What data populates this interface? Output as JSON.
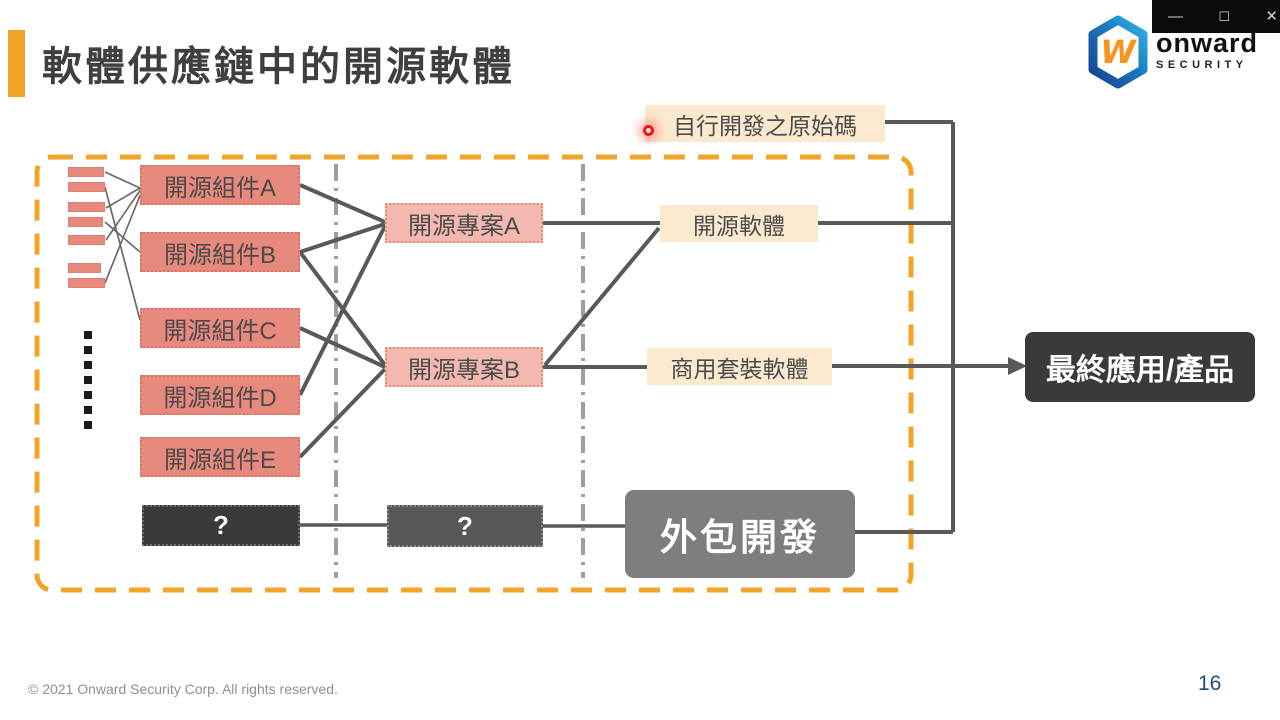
{
  "colors": {
    "accent": "#F2A327",
    "salmon": "#E8897E",
    "pink": "#F3B9B1",
    "cream": "#FAE9CE",
    "line": "#595959",
    "divider": "#9e9e9e",
    "page_blue": "#1F4E79"
  },
  "titlebar": {
    "minimize": "—",
    "maximize": "☐",
    "close": "✕"
  },
  "logo": {
    "monogram": "W",
    "name": "onward",
    "tagline": "SECURITY"
  },
  "header": {
    "title": "軟體供應鏈中的開源軟體"
  },
  "diagram": {
    "components": [
      {
        "label": "開源組件A"
      },
      {
        "label": "開源組件B"
      },
      {
        "label": "開源組件C"
      },
      {
        "label": "開源組件D"
      },
      {
        "label": "開源組件E"
      }
    ],
    "projects": [
      {
        "label": "開源專案A"
      },
      {
        "label": "開源專案B"
      }
    ],
    "unknown_boxes": [
      {
        "label": "?"
      },
      {
        "label": "?"
      }
    ],
    "self_developed_label": "自行開發之原始碼",
    "open_source_software_label": "開源軟體",
    "commercial_software_label": "商用套裝軟體",
    "outsourcing_label": "外包開發",
    "final_product_label": "最終應用/產品"
  },
  "footer": {
    "copyright": "© 2021 Onward Security Corp. All rights reserved.",
    "page_number": "16"
  }
}
